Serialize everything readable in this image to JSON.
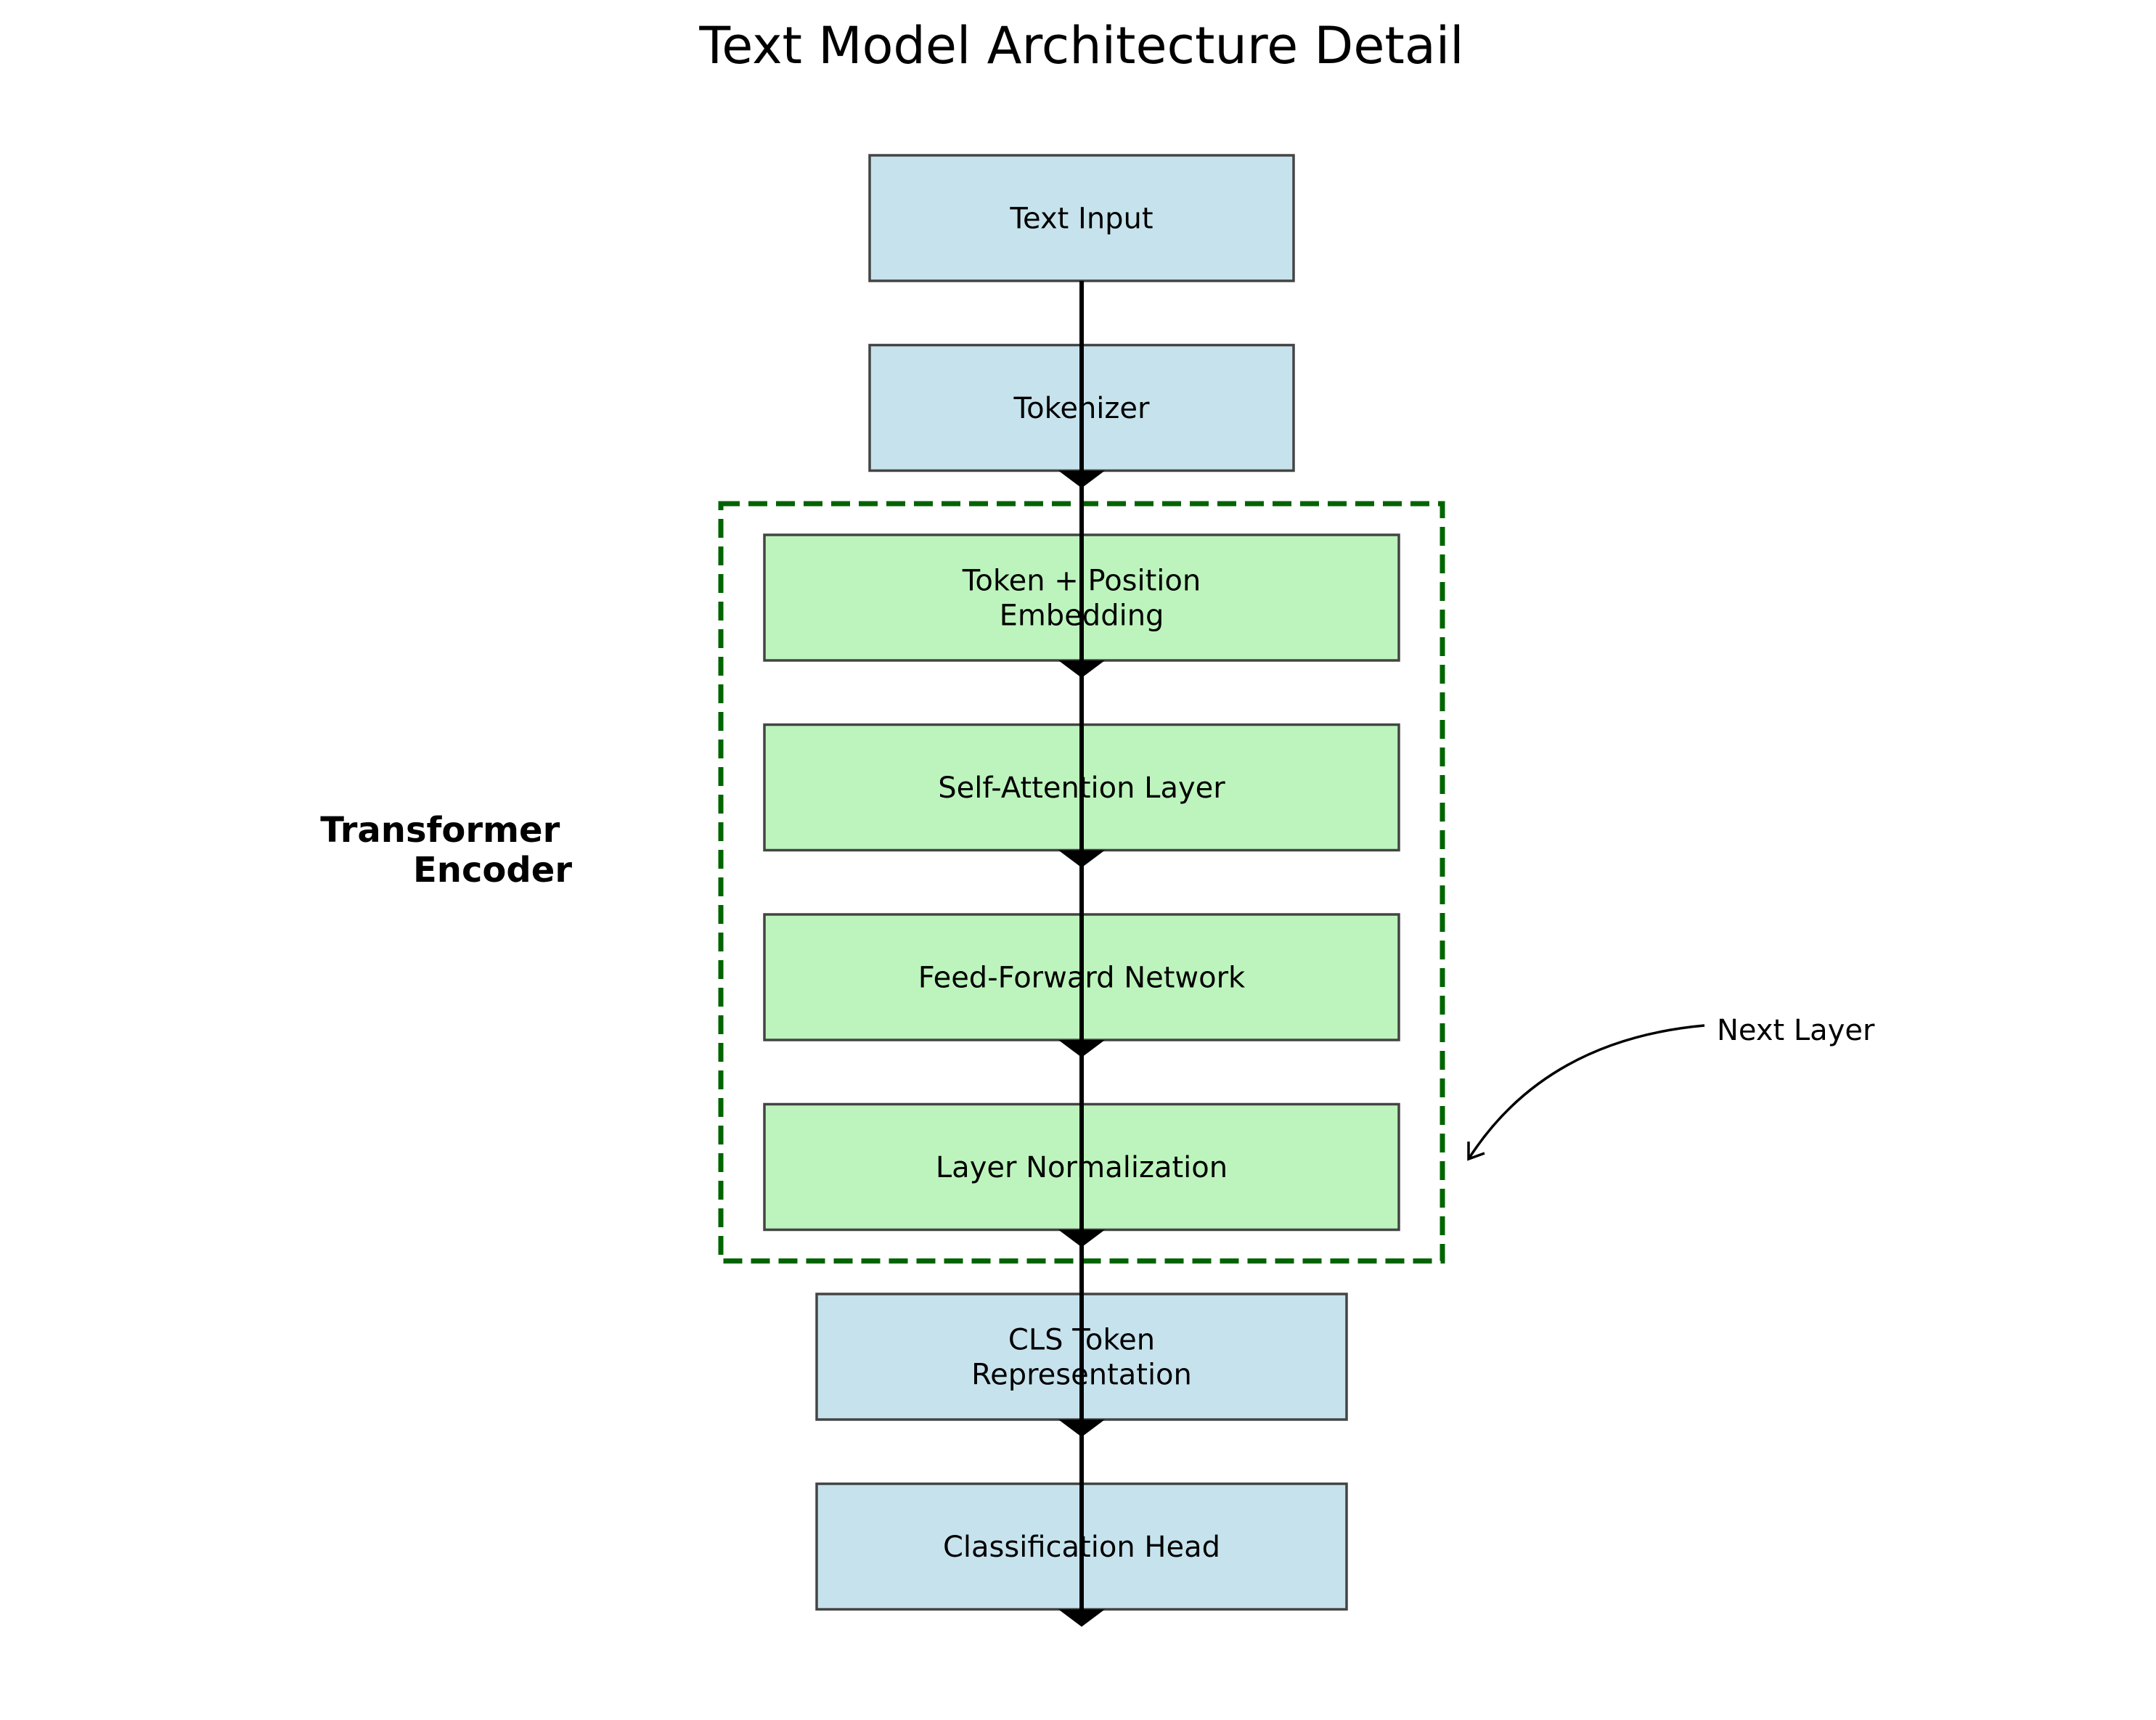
{
  "title": "Text Model Architecture Detail",
  "colors": {
    "io_box_fill": "#c6e3ed",
    "encoder_box_fill": "#bdf4bd",
    "box_stroke": "#444444",
    "group_border": "#006400",
    "arrow": "#000000"
  },
  "blocks": [
    {
      "id": "text-input",
      "lines": [
        "Text Input"
      ],
      "kind": "io"
    },
    {
      "id": "tokenizer",
      "lines": [
        "Tokenizer"
      ],
      "kind": "io"
    },
    {
      "id": "embedding",
      "lines": [
        "Token + Position",
        "Embedding"
      ],
      "kind": "encoder"
    },
    {
      "id": "self-attention",
      "lines": [
        "Self-Attention Layer"
      ],
      "kind": "encoder"
    },
    {
      "id": "feed-forward",
      "lines": [
        "Feed-Forward Network"
      ],
      "kind": "encoder"
    },
    {
      "id": "layer-norm",
      "lines": [
        "Layer Normalization"
      ],
      "kind": "encoder"
    },
    {
      "id": "cls-token",
      "lines": [
        "CLS Token",
        "Representation"
      ],
      "kind": "io"
    },
    {
      "id": "classification-head",
      "lines": [
        "Classification Head"
      ],
      "kind": "io"
    }
  ],
  "group": {
    "label_lines": [
      "Transformer",
      "Encoder"
    ]
  },
  "annotation": {
    "text": "Next Layer"
  }
}
